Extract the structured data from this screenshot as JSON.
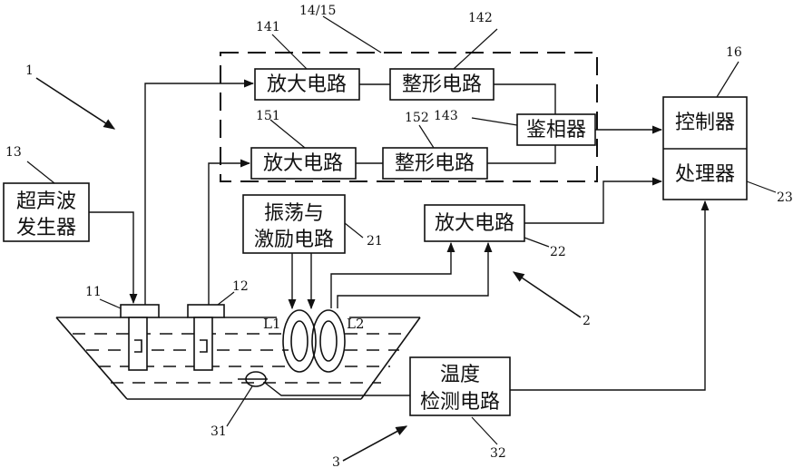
{
  "blocks": {
    "amp141": "放大电路",
    "shape142": "整形电路",
    "phase143": "鉴相器",
    "amp151": "放大电路",
    "shape152": "整形电路",
    "controller": "控制器",
    "processor": "处理器",
    "ultra_gen_line1": "超声波",
    "ultra_gen_line2": "发生器",
    "osc_line1": "振荡与",
    "osc_line2": "激励电路",
    "amp22": "放大电路",
    "temp_line1": "温度",
    "temp_line2": "检测电路"
  },
  "refs": {
    "r1": "1",
    "r1415": "14/15",
    "r141": "141",
    "r142": "142",
    "r143": "143",
    "r151": "151",
    "r152": "152",
    "r16": "16",
    "r13": "13",
    "r11": "11",
    "r12": "12",
    "r21": "21",
    "r22": "22",
    "r23": "23",
    "r2": "2",
    "r31": "31",
    "r32": "32",
    "r3": "3",
    "L1": "L1",
    "L2": "L2"
  },
  "colors": {
    "stroke": "#111111",
    "background": "#ffffff"
  }
}
